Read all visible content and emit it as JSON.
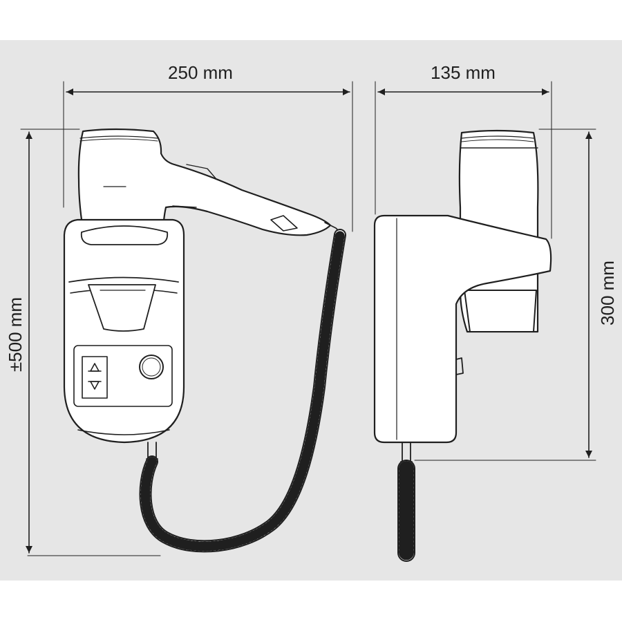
{
  "diagram": {
    "dimensions": {
      "front_width": "250 mm",
      "side_depth": "135 mm",
      "total_height": "±500 mm",
      "unit_height": "300 mm"
    },
    "colors": {
      "background": "#e6e6e6",
      "line": "#1f1f1f",
      "fill": "#ffffff"
    },
    "icons": {
      "outlet": "socket-icon",
      "power_button": "round-button-icon"
    }
  }
}
